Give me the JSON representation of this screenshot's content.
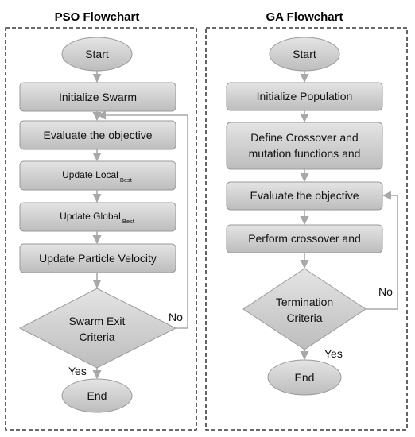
{
  "colors": {
    "node_fill_top": "#e4e4e4",
    "node_fill_bottom": "#bdbdbd",
    "node_stroke": "#9a9a9a",
    "arrow": "#a8a8a8",
    "panel_border": "#111111"
  },
  "pso": {
    "title": "PSO Flowchart",
    "start": "Start",
    "init": "Initialize Swarm",
    "evaluate": "Evaluate the objective",
    "update_local": "Update Local",
    "update_local_sub": "Best",
    "update_global": "Update Global",
    "update_global_sub": "Best",
    "update_velocity": "Update Particle Velocity",
    "decision_line1": "Swarm Exit",
    "decision_line2": "Criteria",
    "yes": "Yes",
    "no": "No",
    "end": "End"
  },
  "ga": {
    "title": "GA Flowchart",
    "start": "Start",
    "init": "Initialize Population",
    "define_line1": "Define Crossover and",
    "define_line2": "mutation functions and",
    "evaluate": "Evaluate the objective",
    "perform": "Perform crossover and",
    "decision_line1": "Termination",
    "decision_line2": "Criteria",
    "yes": "Yes",
    "no": "No",
    "end": "End"
  }
}
